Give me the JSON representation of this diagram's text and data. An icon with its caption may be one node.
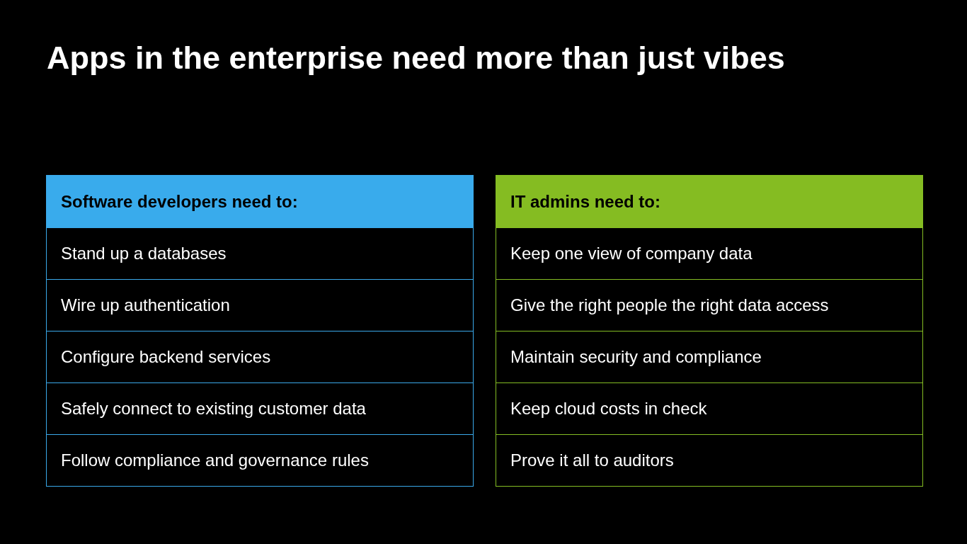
{
  "diagram": {
    "title": "Apps in the enterprise need more than just vibes",
    "nodes": [
      {
        "text": [],
        "shape": "box"
      },
      {
        "text": [
          "Software developers need to:"
        ],
        "in": 0
      },
      {
        "text": [
          "Stand up a databases"
        ],
        "in": 0
      },
      {
        "text": [
          "Wire up authentication"
        ],
        "in": 0
      },
      {
        "text": [
          "Configure backend services"
        ],
        "in": 0
      },
      {
        "text": [
          "Safely connect to existing customer data"
        ],
        "in": 0
      },
      {
        "text": [
          "Follow compliance and governance rules"
        ],
        "in": 0
      },
      {
        "text": [],
        "shape": "box"
      },
      {
        "text": [
          "IT admins need to:"
        ],
        "in": 7
      },
      {
        "text": [
          "Keep one view of company data"
        ],
        "in": 7
      },
      {
        "text": [
          "Give the right people the right data access"
        ],
        "in": 7
      },
      {
        "text": [
          "Maintain security and compliance"
        ],
        "in": 7
      },
      {
        "text": [
          "Keep cloud costs in check"
        ],
        "in": 7
      },
      {
        "text": [
          "Prove it all to auditors"
        ],
        "in": 7
      }
    ]
  }
}
